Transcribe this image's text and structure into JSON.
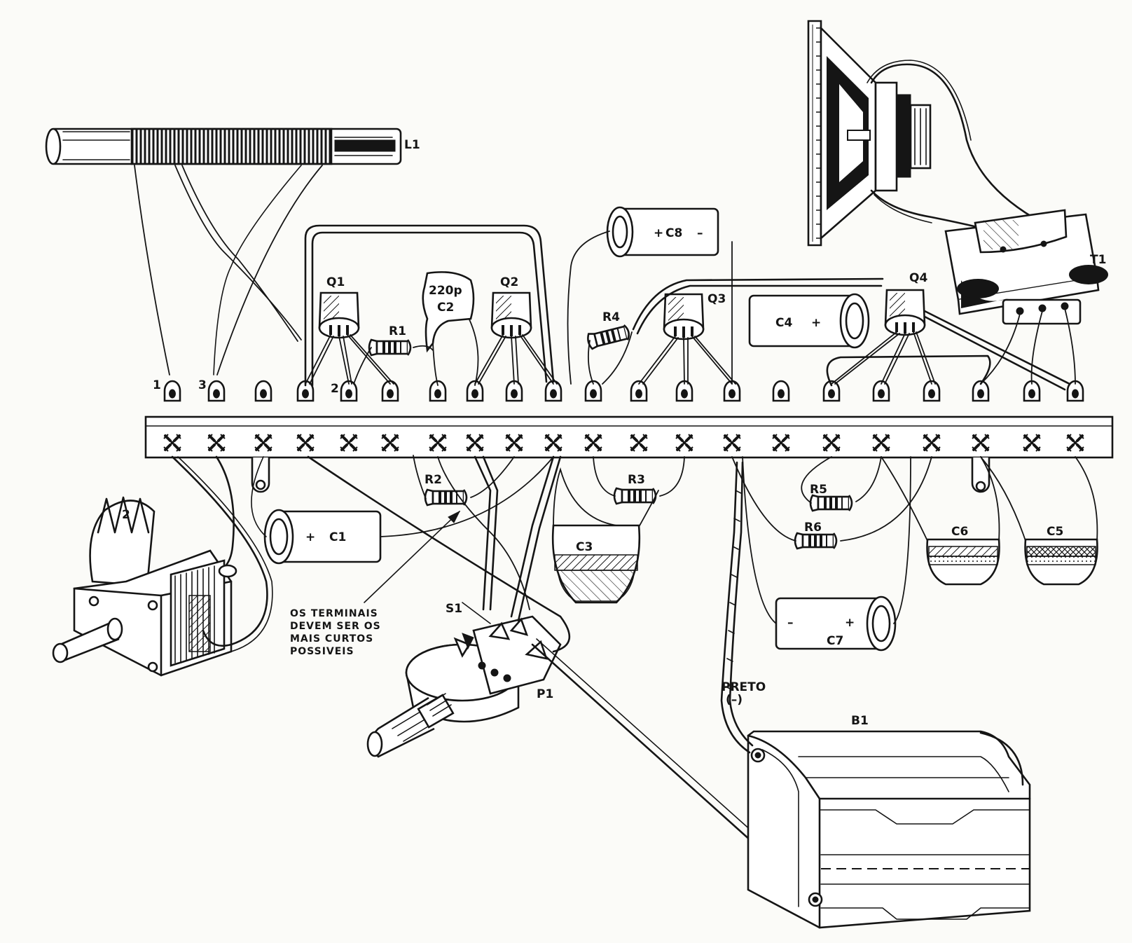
{
  "labels": {
    "L1": "L1",
    "lug1": "1",
    "lug3": "3",
    "lug2": "2",
    "cv2": "2",
    "Q1": "Q1",
    "Q2": "Q2",
    "Q3": "Q3",
    "Q4": "Q4",
    "C2_value": "220p",
    "C2": "C2",
    "R1": "R1",
    "R2": "R2",
    "R3": "R3",
    "R4": "R4",
    "R5": "R5",
    "R6": "R6",
    "C1": "C1",
    "C1_plus": "+",
    "C3": "C3",
    "C4": "C4",
    "C4_plus": "+",
    "C5": "C5",
    "C6": "C6",
    "C7": "C7",
    "C7_minus": "–",
    "C7_plus": "+",
    "C8": "C8",
    "C8_plus": "+",
    "C8_minus": "–",
    "T1": "T1",
    "S1": "S1",
    "P1": "P1",
    "B1": "B1",
    "preto": "PRETO",
    "preto_sign": "(–)"
  },
  "note": {
    "line1": "OS TERMINAIS",
    "line2": "DEVEM SER OS",
    "line3": "MAIS CURTOS",
    "line4": "POSSIVEIS"
  },
  "colors": {
    "ink": "#151515",
    "paper": "#fbfbf8"
  }
}
